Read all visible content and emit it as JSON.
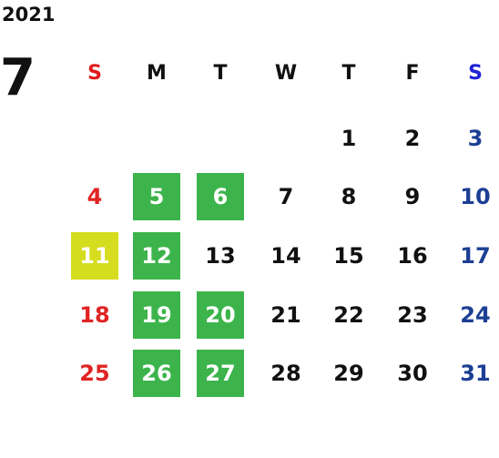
{
  "year": "2021",
  "month": "7",
  "weekdays": [
    {
      "label": "S",
      "color": "#e0191b"
    },
    {
      "label": "M",
      "color": "#111111"
    },
    {
      "label": "T",
      "color": "#111111"
    },
    {
      "label": "W",
      "color": "#111111"
    },
    {
      "label": "T",
      "color": "#111111"
    },
    {
      "label": "F",
      "color": "#111111"
    },
    {
      "label": "S",
      "color": "#1f22d6"
    }
  ],
  "colors": {
    "sunday": "#e02424",
    "saturday": "#1c3f94",
    "weekday": "#111111",
    "closed_green": "#3cb44b",
    "holiday_yellow": "#d6dc1e"
  },
  "weeks": [
    [
      null,
      null,
      null,
      null,
      {
        "day": "1"
      },
      {
        "day": "2"
      },
      {
        "day": "3"
      }
    ],
    [
      {
        "day": "4"
      },
      {
        "day": "5",
        "hl": "green"
      },
      {
        "day": "6",
        "hl": "green"
      },
      {
        "day": "7"
      },
      {
        "day": "8"
      },
      {
        "day": "9"
      },
      {
        "day": "10"
      }
    ],
    [
      {
        "day": "11",
        "hl": "yellow"
      },
      {
        "day": "12",
        "hl": "green"
      },
      {
        "day": "13"
      },
      {
        "day": "14"
      },
      {
        "day": "15"
      },
      {
        "day": "16"
      },
      {
        "day": "17"
      }
    ],
    [
      {
        "day": "18"
      },
      {
        "day": "19",
        "hl": "green"
      },
      {
        "day": "20",
        "hl": "green"
      },
      {
        "day": "21"
      },
      {
        "day": "22"
      },
      {
        "day": "23"
      },
      {
        "day": "24"
      }
    ],
    [
      {
        "day": "25"
      },
      {
        "day": "26",
        "hl": "green"
      },
      {
        "day": "27",
        "hl": "green"
      },
      {
        "day": "28"
      },
      {
        "day": "29"
      },
      {
        "day": "30"
      },
      {
        "day": "31"
      }
    ]
  ]
}
